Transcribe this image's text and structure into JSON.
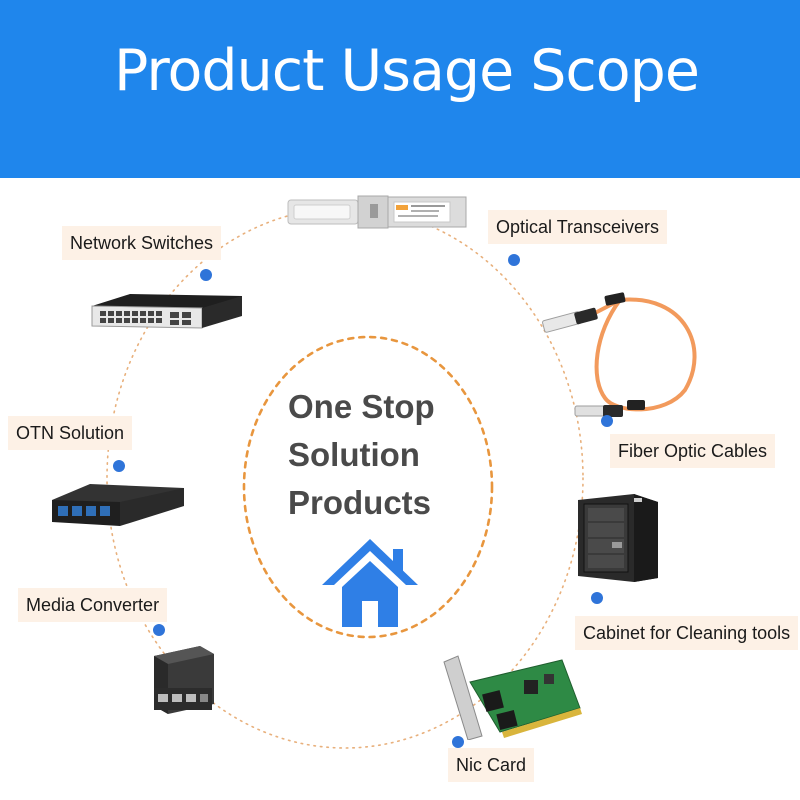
{
  "header": {
    "title": "Product Usage Scope",
    "background_color": "#1f86ec"
  },
  "center": {
    "line1": "One Stop",
    "line2": "Solution",
    "line3": "Products",
    "icon": "house-icon",
    "icon_color": "#2f7fe6",
    "ring_color": "#e8963e"
  },
  "products": [
    {
      "id": "optical-transceivers",
      "label": "Optical Transceivers",
      "icon": "qsfp-transceiver-icon"
    },
    {
      "id": "fiber-optic-cables",
      "label": "Fiber Optic Cables",
      "icon": "fiber-cable-icon"
    },
    {
      "id": "cabinet",
      "label": "Cabinet for Cleaning tools",
      "icon": "wall-cabinet-icon"
    },
    {
      "id": "nic-card",
      "label": "Nic Card",
      "icon": "nic-card-icon"
    },
    {
      "id": "media-converter",
      "label": "Media Converter",
      "icon": "media-converter-icon"
    },
    {
      "id": "otn-solution",
      "label": "OTN Solution",
      "icon": "otn-chassis-icon"
    },
    {
      "id": "network-switches",
      "label": "Network Switches",
      "icon": "network-switch-icon"
    }
  ],
  "colors": {
    "label_background": "#fdf1e6",
    "dot": "#2f74d9",
    "orange_cable": "#f29a5c"
  }
}
